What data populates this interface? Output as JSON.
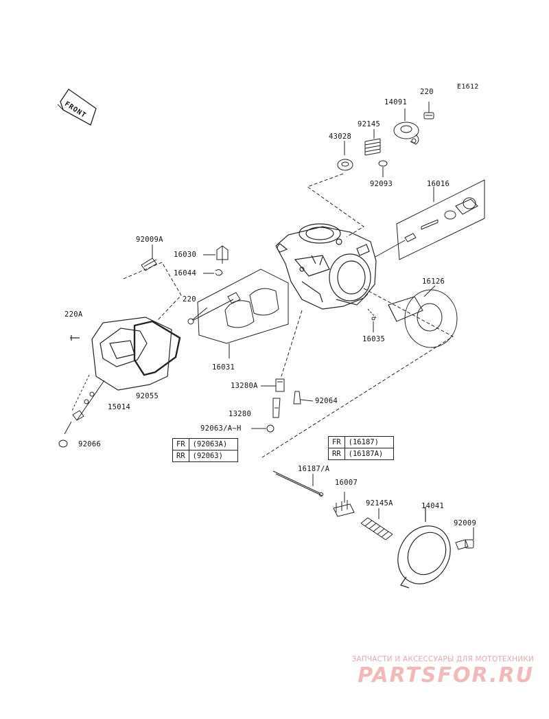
{
  "diagram_code": "E1612",
  "front_label": "FRONT",
  "parts": {
    "p220_top": "220",
    "p14091": "14091",
    "p92145": "92145",
    "p43028": "43028",
    "p92093": "92093",
    "p16016": "16016",
    "p92009A": "92009A",
    "p16030": "16030",
    "p16044": "16044",
    "p220_mid": "220",
    "p220A": "220A",
    "p16126": "16126",
    "p16035": "16035",
    "p16031": "16031",
    "p92055": "92055",
    "p15014": "15014",
    "p13280A": "13280A",
    "p92064": "92064",
    "p13280": "13280",
    "p92063": "92063/A~H",
    "p92066": "92066",
    "p16187": "16187/A",
    "p16007": "16007",
    "p92145A": "92145A",
    "p14041": "14041",
    "p92009": "92009"
  },
  "table_left": [
    {
      "pos": "FR",
      "part": "(92063A)"
    },
    {
      "pos": "RR",
      "part": "(92063)"
    }
  ],
  "table_right": [
    {
      "pos": "FR",
      "part": "(16187)"
    },
    {
      "pos": "RR",
      "part": "(16187A)"
    }
  ],
  "watermark": {
    "line1": "ЗАПЧАСТИ И АКСЕССУАРЫ ДЛЯ МОТОТЕХНИКИ",
    "logo": "PARTSFOR.RU"
  }
}
